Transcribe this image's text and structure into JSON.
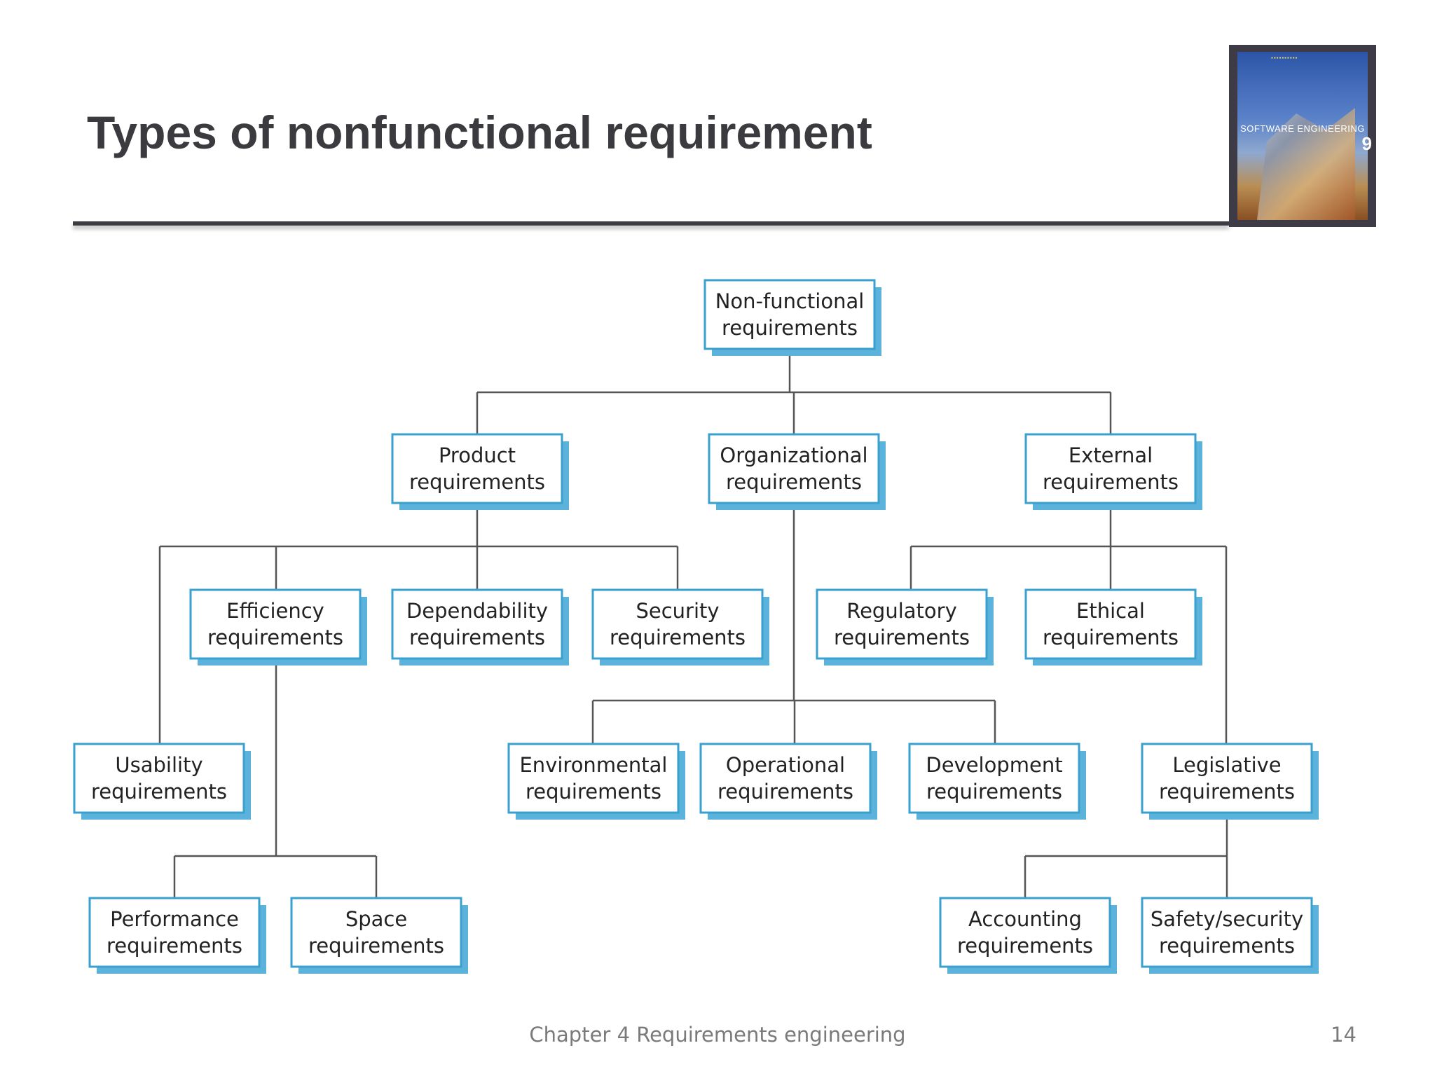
{
  "slide": {
    "title": "Types of nonfunctional requirement",
    "footer": "Chapter 4 Requirements engineering",
    "page_number": "14"
  },
  "book_cover": {
    "title": "SOFTWARE ENGINEERING",
    "edition": "9"
  },
  "colors": {
    "node_border": "#3aa1cf",
    "node_shadow": "#5bb3db",
    "connector": "#555555",
    "title_text": "#3b3a3f"
  },
  "diagram": {
    "nodes": [
      {
        "id": "nonfunctional",
        "lines": [
          "Non-functional",
          "requirements"
        ]
      },
      {
        "id": "product",
        "lines": [
          "Product",
          "requirements"
        ]
      },
      {
        "id": "organizational",
        "lines": [
          "Organizational",
          "requirements"
        ]
      },
      {
        "id": "external",
        "lines": [
          "External",
          "requirements"
        ]
      },
      {
        "id": "efficiency",
        "lines": [
          "Efficiency",
          "requirements"
        ]
      },
      {
        "id": "dependability",
        "lines": [
          "Dependability",
          "requirements"
        ]
      },
      {
        "id": "security",
        "lines": [
          "Security",
          "requirements"
        ]
      },
      {
        "id": "regulatory",
        "lines": [
          "Regulatory",
          "requirements"
        ]
      },
      {
        "id": "ethical",
        "lines": [
          "Ethical",
          "requirements"
        ]
      },
      {
        "id": "usability",
        "lines": [
          "Usability",
          "requirements"
        ]
      },
      {
        "id": "environmental",
        "lines": [
          "Environmental",
          "requirements"
        ]
      },
      {
        "id": "operational",
        "lines": [
          "Operational",
          "requirements"
        ]
      },
      {
        "id": "development",
        "lines": [
          "Development",
          "requirements"
        ]
      },
      {
        "id": "legislative",
        "lines": [
          "Legislative",
          "requirements"
        ]
      },
      {
        "id": "performance",
        "lines": [
          "Performance",
          "requirements"
        ]
      },
      {
        "id": "space",
        "lines": [
          "Space",
          "requirements"
        ]
      },
      {
        "id": "accounting",
        "lines": [
          "Accounting",
          "requirements"
        ]
      },
      {
        "id": "safety-security",
        "lines": [
          "Safety/security",
          "requirements"
        ]
      }
    ],
    "edges": [
      {
        "from": "nonfunctional",
        "to": [
          "product",
          "organizational",
          "external"
        ]
      },
      {
        "from": "product",
        "to": [
          "usability",
          "efficiency",
          "dependability",
          "security"
        ]
      },
      {
        "from": "organizational",
        "to": [
          "environmental",
          "operational",
          "development"
        ]
      },
      {
        "from": "external",
        "to": [
          "regulatory",
          "ethical",
          "legislative"
        ]
      },
      {
        "from": "efficiency",
        "to": [
          "performance",
          "space"
        ]
      },
      {
        "from": "legislative",
        "to": [
          "accounting",
          "safety-security"
        ]
      }
    ]
  }
}
